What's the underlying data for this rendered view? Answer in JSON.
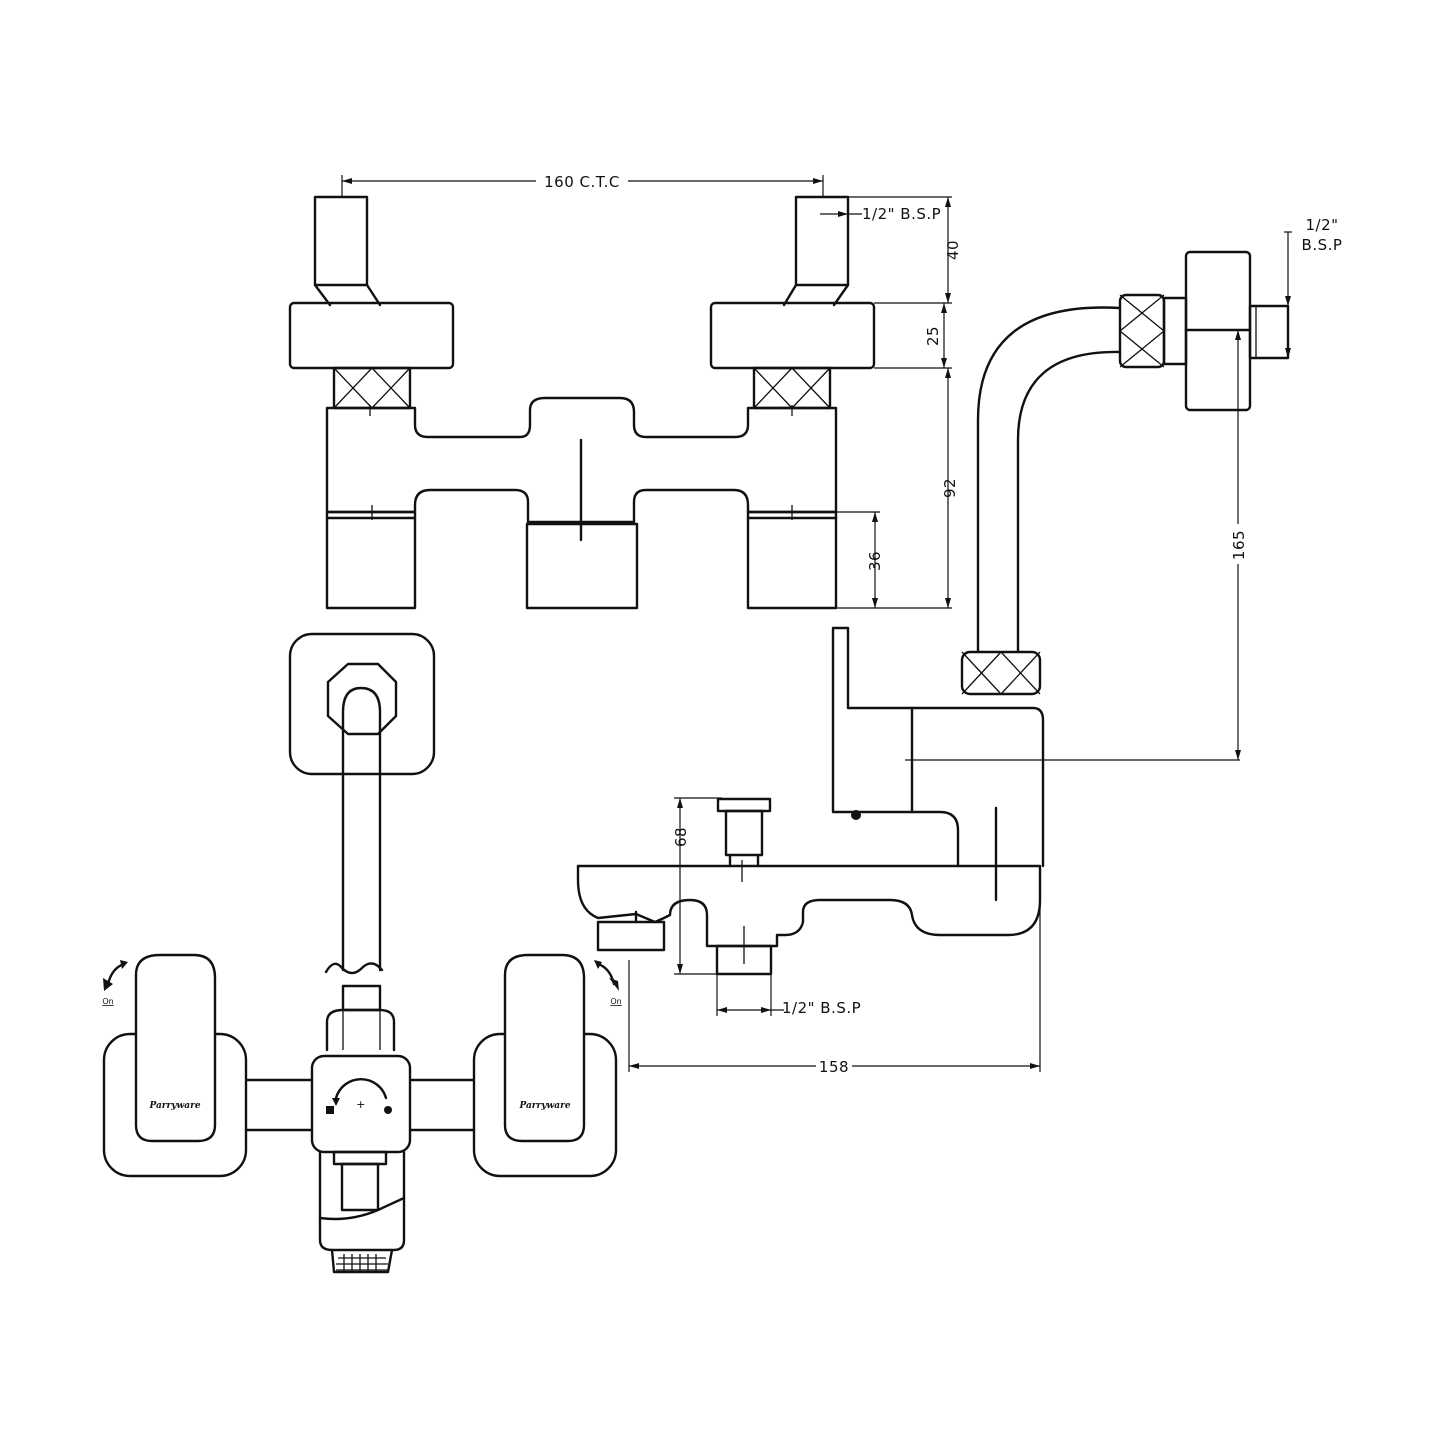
{
  "dimensions": {
    "ctc": "160 C.T.C",
    "top_bsp": "1/2\" B.S.P",
    "h40": "40",
    "h25": "25",
    "h92": "92",
    "h36": "36",
    "wall_bsp_line1": "1/2\"",
    "wall_bsp_line2": "B.S.P",
    "h165": "165",
    "h68": "68",
    "spout_bsp": "1/2\" B.S.P",
    "w158": "158"
  },
  "handle_labels": {
    "left_on": "On",
    "right_on": "On",
    "left_brand": "Parryware",
    "right_brand": "Parryware"
  },
  "colors": {
    "line": "#111111",
    "background": "#ffffff"
  }
}
